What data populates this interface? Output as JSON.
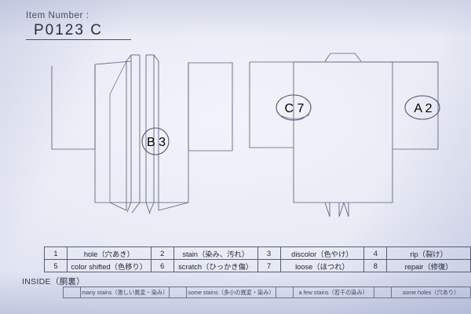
{
  "document": {
    "type": "kimono-condition-inspection-sheet",
    "header": {
      "item_label": "Item Number :",
      "item_value": "P0123  C"
    }
  },
  "diagrams": {
    "front_view": {
      "name": "kimono-front-view",
      "marks": [
        {
          "id": "mark-b3",
          "text": "B 3",
          "shape": "circle"
        }
      ]
    },
    "back_view": {
      "name": "kimono-back-view",
      "marks": [
        {
          "id": "mark-c7",
          "text": "C 7",
          "shape": "ellipse"
        },
        {
          "id": "mark-a2",
          "text": "A 2",
          "shape": "ellipse"
        }
      ]
    }
  },
  "legend_table": {
    "rows": [
      [
        {
          "num": "1",
          "desc": "hole（穴あき）"
        },
        {
          "num": "2",
          "desc": "stain（染み、汚れ）"
        },
        {
          "num": "3",
          "desc": "discolor（色やけ）"
        },
        {
          "num": "4",
          "desc": "rip（裂け）"
        }
      ],
      [
        {
          "num": "5",
          "desc": "color shifted（色移り）"
        },
        {
          "num": "6",
          "desc": "scratch（ひっかき傷）"
        },
        {
          "num": "7",
          "desc": "loose（ほつれ）"
        },
        {
          "num": "8",
          "desc": "repair（修復）"
        }
      ]
    ]
  },
  "inside_section": {
    "label": "INSIDE（胴裏）",
    "cells": [
      {
        "check": "",
        "text": "many stains（激しい異変・染み）"
      },
      {
        "check": "",
        "text": "some stains（多小の異変・染み）"
      },
      {
        "check": "",
        "text": "a few stains（若干の染み）"
      },
      {
        "check": "",
        "text": "some holes（穴あり）"
      }
    ]
  },
  "colors": {
    "paper": "#eceef7",
    "ink": "#4e5470",
    "text": "#21253a"
  }
}
